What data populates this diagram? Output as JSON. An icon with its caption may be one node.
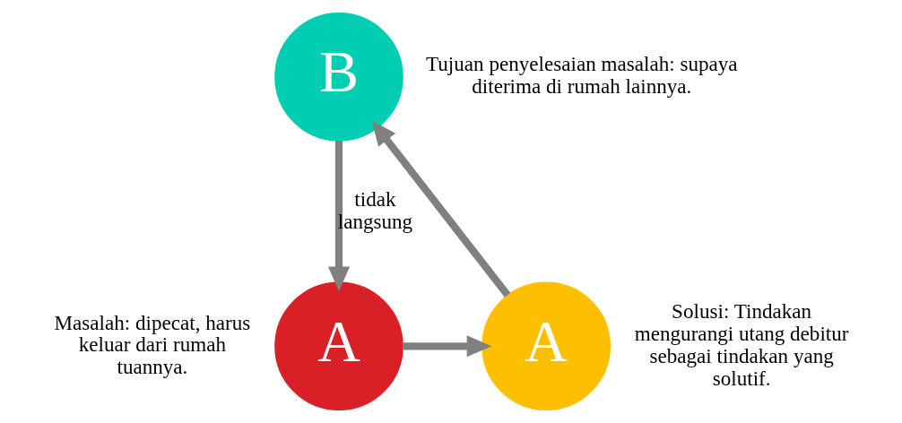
{
  "diagram": {
    "nodes": [
      {
        "text": [
          "B"
        ],
        "beside": [
          "Tujuan penyelesaian masalah: supaya diterima di rumah lainnya."
        ]
      },
      {
        "text": [
          "A"
        ],
        "beside": [
          "Masalah: dipecat, harus keluar dari rumah tuannya."
        ]
      },
      {
        "text": [
          "A"
        ],
        "beside": [
          "Solusi: Tindakan mengurangi utang debitur sebagai tindakan yang solutif."
        ]
      }
    ],
    "edges": [
      {
        "from": 0,
        "to": 1,
        "arrow": "to",
        "label": "tidak langsung"
      },
      {
        "from": 1,
        "to": 2,
        "arrow": "to"
      },
      {
        "from": 2,
        "to": 0,
        "arrow": "to"
      }
    ]
  }
}
